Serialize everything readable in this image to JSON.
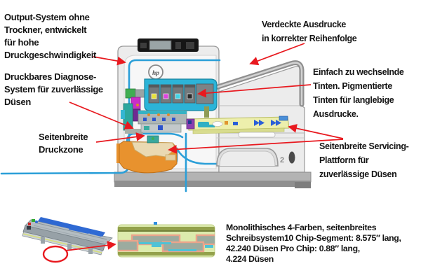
{
  "diagram_title": "HP PageWide printer cutaway technology diagram (German)",
  "annotations": {
    "output_system": "Output-System ohne\nTrockner, entwickelt\nfür hohe\nDruckgeschwindigkeit",
    "diagnose_system": "Druckbares Diagnose-\nSystem für zuverlässige\nDüsen",
    "druckzone": "Seitenbreite\nDruckzone",
    "verdeckte_ausdrucke": "Verdeckte Ausdrucke\nin korrekter Reihenfolge",
    "tinten": "Einfach zu wechselnde\nTinten. Pigmentierte\nTinten für langlebige\nAusdrucke.",
    "servicing_plattform": "Seitenbreite Servicing-\nPlattform für\nzuverlässige Düsen",
    "schreibsystem": "Monolithisches 4-Farben, seitenbreites\nSchreibsystem10 Chip-Segment: 8.575″ lang,\n42.240 Düsen Pro Chip: 0.88″ lang,\n4.224 Düsen"
  },
  "printer": {
    "logo": "hp",
    "tray_label": "2"
  },
  "colors": {
    "callout_red": "#e8191f",
    "paper_path_blue": "#2b9fd8",
    "cartridge_teal": "#2cb4d8",
    "duplexer_orange": "#e8922e",
    "platform_yellow": "#edefac",
    "inset_green": "#dcebad",
    "body_gray": "#ececec"
  }
}
